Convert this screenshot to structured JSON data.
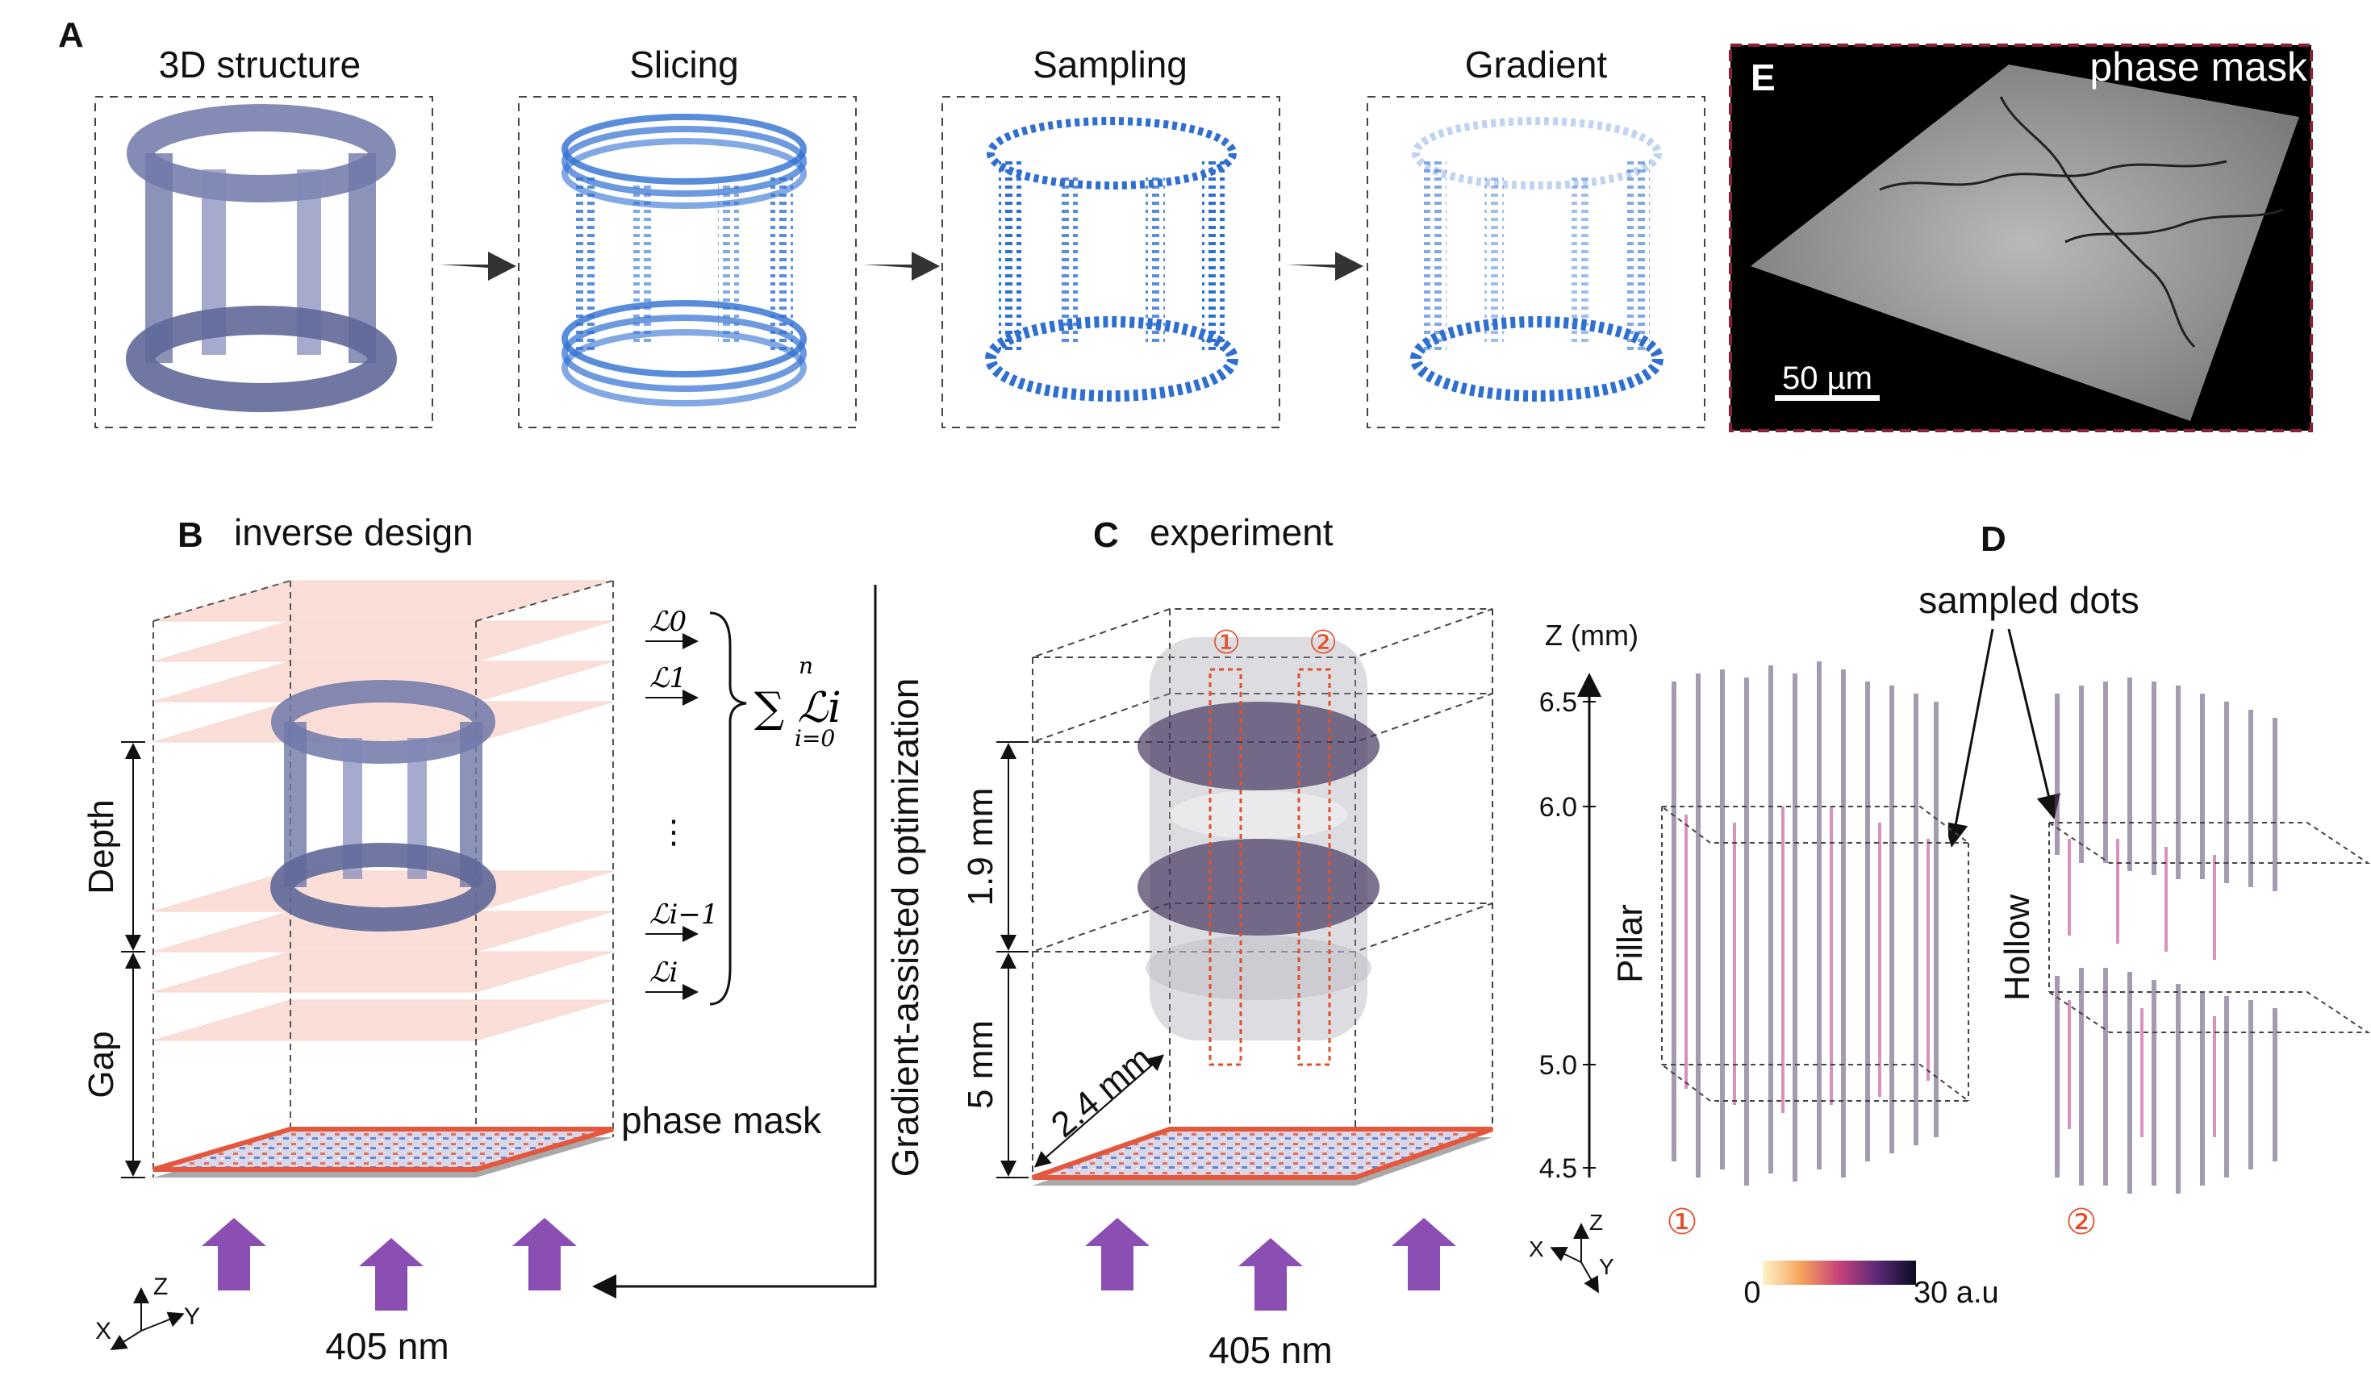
{
  "panel_a": {
    "label": "A",
    "steps": [
      "3D structure",
      "Slicing",
      "Sampling",
      "Gradient"
    ]
  },
  "panel_e": {
    "label": "E",
    "title": "phase mask",
    "scalebar": "50 µm"
  },
  "panel_b": {
    "label": "B",
    "title": "inverse design",
    "losses": [
      "ℒ0",
      "ℒ1",
      "ℒi−1",
      "ℒi"
    ],
    "ellipsis": "⋮",
    "sum_formula": "∑ ℒi",
    "sum_upper": "n",
    "sum_lower": "i=0",
    "depth_label": "Depth",
    "gap_label": "Gap",
    "mask_label": "phase mask",
    "side_label": "Gradient-assisted optimization",
    "wavelength": "405 nm",
    "axes": {
      "x": "X",
      "y": "Y",
      "z": "Z"
    }
  },
  "panel_c": {
    "label": "C",
    "title": "experiment",
    "marker_1": "①",
    "marker_2": "②",
    "dim_depth": "1.9 mm",
    "dim_gap": "5 mm",
    "dim_width": "2.4 mm",
    "wavelength": "405 nm"
  },
  "panel_d": {
    "label": "D",
    "annotation": "sampled dots",
    "z_axis_label": "Z (mm)",
    "z_ticks": [
      "6.5",
      "6.0",
      "5.0",
      "4.5"
    ],
    "pillar_label": "Pillar",
    "hollow_label": "Hollow",
    "marker_1": "①",
    "marker_2": "②",
    "colorbar_min": "0",
    "colorbar_max": "30 a.u",
    "axes": {
      "x": "X",
      "y": "Y",
      "z": "Z"
    }
  },
  "colors": {
    "structure": "#6f78a8",
    "slice_blue": "#2f6fd0",
    "pink_layer": "#f7b8a8",
    "arrow_purple": "#8b4fb3",
    "marker_red": "#e0502a",
    "mask_dashed": "#8b1f3a"
  }
}
